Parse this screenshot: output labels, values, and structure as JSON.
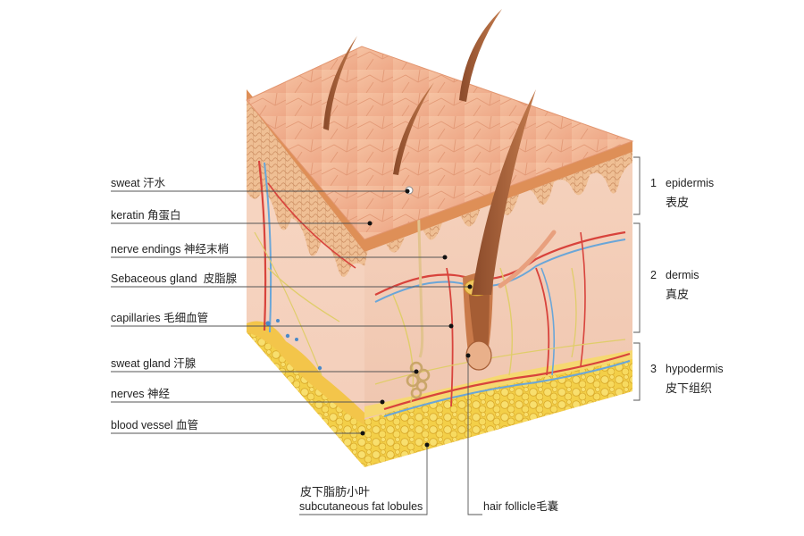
{
  "left_labels": [
    {
      "en": "sweat",
      "zh": "汗水"
    },
    {
      "en": "keratin",
      "zh": "角蛋白"
    },
    {
      "en": "nerve endings",
      "zh": "神经末梢"
    },
    {
      "en": "Sebaceous gland",
      "zh": "皮脂腺"
    },
    {
      "en": "capillaries",
      "zh": "毛细血管"
    },
    {
      "en": "sweat gland",
      "zh": "汗腺"
    },
    {
      "en": "nerves",
      "zh": "神经"
    },
    {
      "en": "blood vessel",
      "zh": "血管"
    }
  ],
  "bottom_labels": {
    "fat": {
      "zh": "皮下脂肪小叶",
      "en": "subcutaneous fat lobules"
    },
    "follicle": {
      "en": "hair follicle",
      "zh": "毛囊"
    }
  },
  "layers": [
    {
      "num": "1",
      "en": "epidermis",
      "zh": "表皮"
    },
    {
      "num": "2",
      "en": "dermis",
      "zh": "真皮"
    },
    {
      "num": "3",
      "en": "hypodermis",
      "zh": "皮下组织"
    }
  ]
}
